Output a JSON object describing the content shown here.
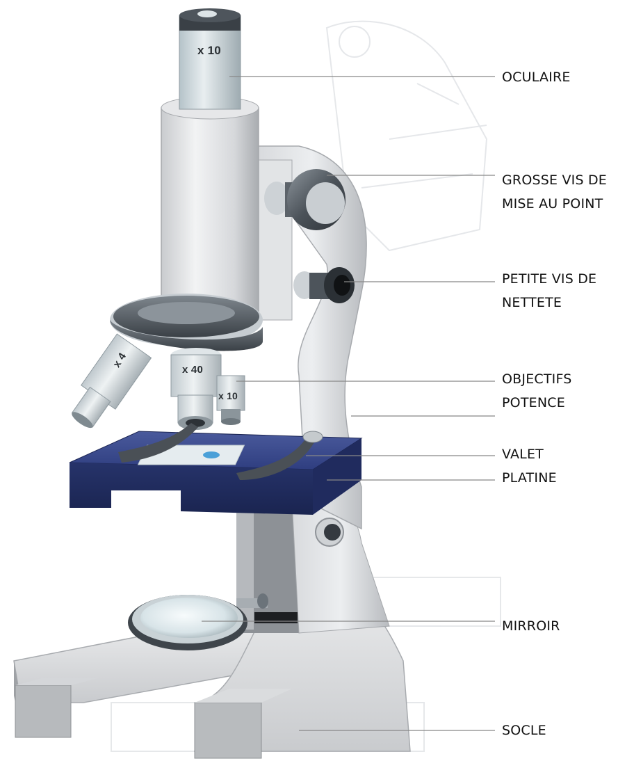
{
  "eyepiece_magnification": "x 10",
  "objective_magnifications": [
    "x 4",
    "x 40",
    "x 10"
  ],
  "labels": {
    "oculaire": "OCULAIRE",
    "grosse_vis": [
      "GROSSE VIS DE",
      "MISE AU POINT"
    ],
    "petite_vis": [
      "PETITE VIS DE",
      "NETTETE"
    ],
    "objectifs": "OBJECTIFS",
    "potence": "POTENCE",
    "valet": "VALET",
    "platine": "PLATINE",
    "mirroir": "MIRROIR",
    "socle": "SOCLE"
  },
  "colors": {
    "stage": "#2a3a78",
    "metal_light": "#e4e6e8",
    "metal_mid": "#b9bcc0",
    "metal_dark": "#4a4f56",
    "leader_line": "#888888",
    "text": "#111111"
  }
}
